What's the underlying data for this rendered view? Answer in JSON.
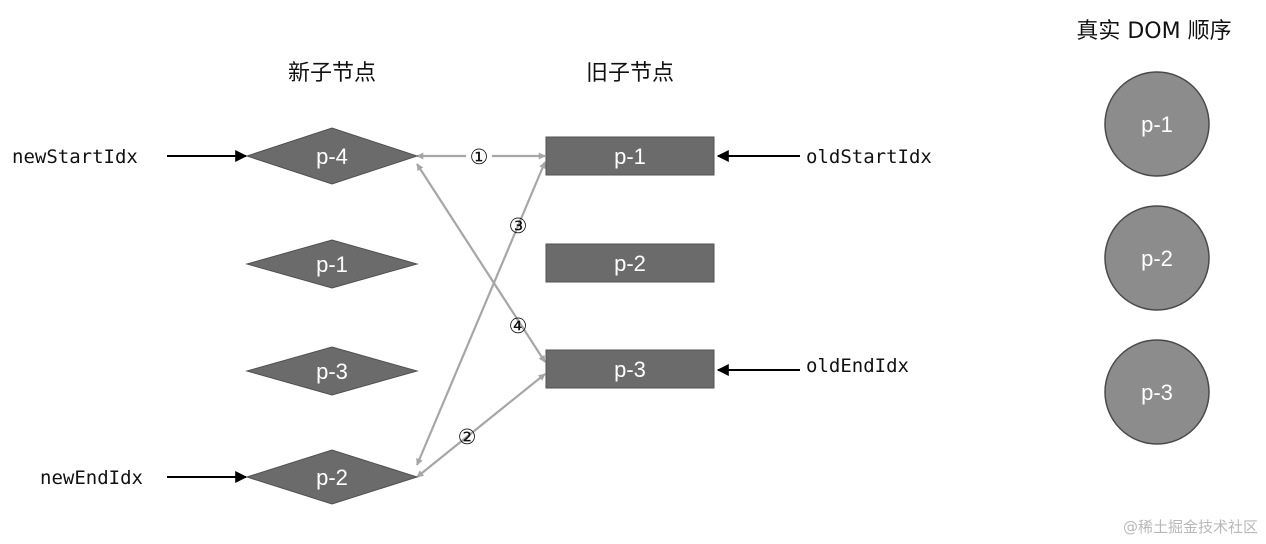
{
  "headers": {
    "new_children": "新子节点",
    "old_children": "旧子节点",
    "real_dom_order": "真实 DOM 顺序"
  },
  "pointers": {
    "new_start": "newStartIdx",
    "new_end": "newEndIdx",
    "old_start": "oldStartIdx",
    "old_end": "oldEndIdx"
  },
  "new_nodes": [
    "p-4",
    "p-1",
    "p-3",
    "p-2"
  ],
  "old_nodes": [
    "p-1",
    "p-2",
    "p-3"
  ],
  "dom_nodes": [
    "p-1",
    "p-2",
    "p-3"
  ],
  "comparisons": [
    {
      "label": "①",
      "from": "new-0",
      "to": "old-0"
    },
    {
      "label": "②",
      "from": "new-3",
      "to": "old-2"
    },
    {
      "label": "③",
      "from": "new-3",
      "to": "old-0"
    },
    {
      "label": "④",
      "from": "new-0",
      "to": "old-2"
    }
  ],
  "colors": {
    "node_fill": "#6b6b6b",
    "node_stroke": "#505050",
    "dom_fill": "#8c8c8c",
    "arrow": "#a6a6a6",
    "pointer_arrow": "#000000"
  },
  "watermark": "@稀土掘金技术社区"
}
